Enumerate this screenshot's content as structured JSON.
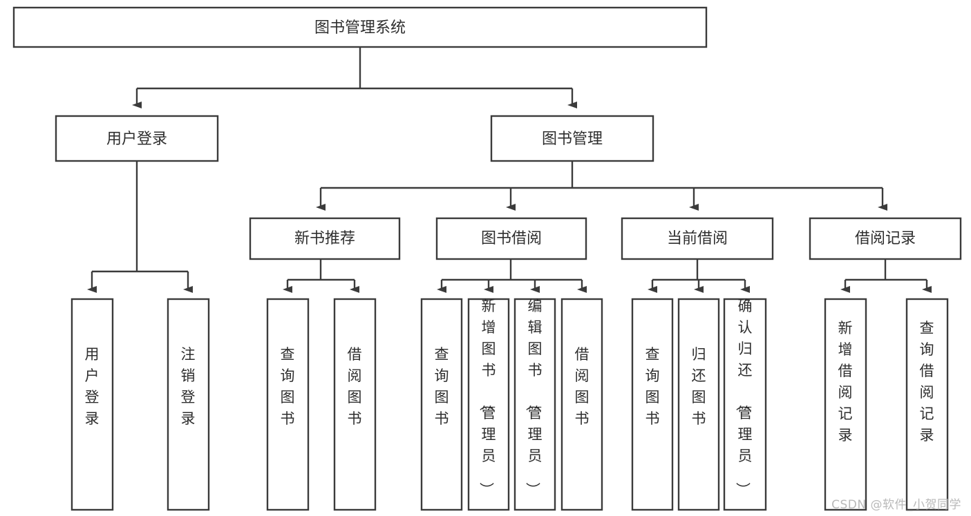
{
  "diagram": {
    "type": "tree",
    "orientation": "top-down",
    "title": "图书管理系统",
    "colors": {
      "background": "#ffffff",
      "box_stroke": "#3b3b3b",
      "box_fill": "#ffffff",
      "text": "#2e2e2e",
      "connector": "#3b3b3b",
      "watermark": "#b9b9b9"
    },
    "levels": [
      {
        "level": 1,
        "nodes": [
          {
            "id": "root",
            "label": "图书管理系统",
            "text_orientation": "horizontal"
          }
        ]
      },
      {
        "level": 2,
        "nodes": [
          {
            "id": "login",
            "label": "用户登录",
            "text_orientation": "horizontal",
            "parent": "root"
          },
          {
            "id": "bookmgmt",
            "label": "图书管理",
            "text_orientation": "horizontal",
            "parent": "root"
          }
        ]
      },
      {
        "level": 3,
        "nodes": [
          {
            "id": "newbook",
            "label": "新书推荐",
            "text_orientation": "horizontal",
            "parent": "bookmgmt"
          },
          {
            "id": "borrow",
            "label": "图书借阅",
            "text_orientation": "horizontal",
            "parent": "bookmgmt"
          },
          {
            "id": "current",
            "label": "当前借阅",
            "text_orientation": "horizontal",
            "parent": "bookmgmt"
          },
          {
            "id": "record",
            "label": "借阅记录",
            "text_orientation": "horizontal",
            "parent": "bookmgmt"
          }
        ]
      },
      {
        "level": 4,
        "nodes": [
          {
            "id": "leaf-1",
            "label": "用户登录",
            "text_orientation": "vertical",
            "parent": "login"
          },
          {
            "id": "leaf-2",
            "label": "注销登录",
            "text_orientation": "vertical",
            "parent": "login"
          },
          {
            "id": "leaf-3",
            "label": "查询图书",
            "text_orientation": "vertical",
            "parent": "newbook"
          },
          {
            "id": "leaf-4",
            "label": "借阅图书",
            "text_orientation": "vertical",
            "parent": "newbook"
          },
          {
            "id": "leaf-5",
            "label": "查询图书",
            "text_orientation": "vertical",
            "parent": "borrow"
          },
          {
            "id": "leaf-6",
            "label": "新增图书（管理员）",
            "text_orientation": "vertical",
            "parent": "borrow"
          },
          {
            "id": "leaf-7",
            "label": "编辑图书（管理员）",
            "text_orientation": "vertical",
            "parent": "borrow"
          },
          {
            "id": "leaf-8",
            "label": "借阅图书",
            "text_orientation": "vertical",
            "parent": "borrow"
          },
          {
            "id": "leaf-9",
            "label": "查询图书",
            "text_orientation": "vertical",
            "parent": "current"
          },
          {
            "id": "leaf-10",
            "label": "归还图书",
            "text_orientation": "vertical",
            "parent": "current"
          },
          {
            "id": "leaf-11",
            "label": "确认归还（管理员）",
            "text_orientation": "vertical",
            "parent": "current"
          },
          {
            "id": "leaf-12",
            "label": "新增借阅记录",
            "text_orientation": "vertical",
            "parent": "record"
          },
          {
            "id": "leaf-13",
            "label": "查询借阅记录",
            "text_orientation": "vertical",
            "parent": "record"
          }
        ]
      }
    ]
  },
  "watermark": {
    "text": "CSDN @软件_小贺同学"
  }
}
